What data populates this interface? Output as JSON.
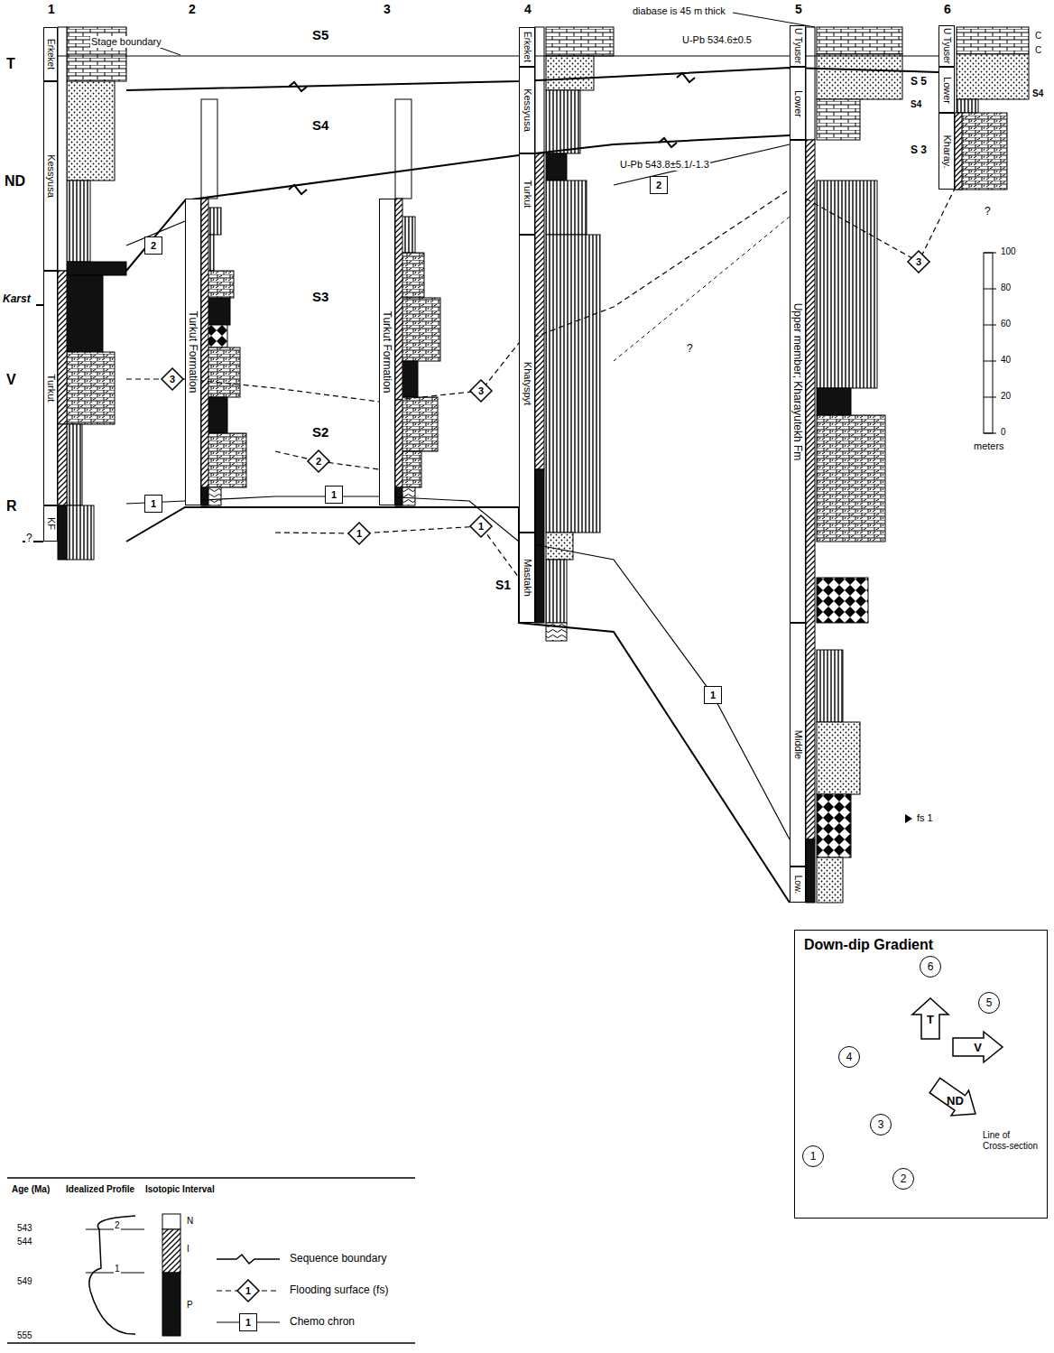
{
  "diagram": {
    "nodes": [
      {
        "text": [
          "Erkeket"
        ]
      },
      {
        "text": [
          "Kessyusa"
        ]
      },
      {
        "text": [
          "Turkut"
        ]
      },
      {
        "text": [
          "KF"
        ]
      },
      {
        "text": [
          "Turkut Formation"
        ]
      },
      {
        "text": [
          "Turkut Formation"
        ]
      },
      {
        "text": [
          "Erkeket"
        ]
      },
      {
        "text": [
          "Kessyusa"
        ]
      },
      {
        "text": [
          "Turkut"
        ]
      },
      {
        "text": [
          "Khatyspyt"
        ]
      },
      {
        "text": [
          "Mastakh"
        ]
      },
      {
        "text": [
          "U Tyuser"
        ]
      },
      {
        "text": [
          "Lower"
        ]
      },
      {
        "text": [
          "Upper member; Kharayutekh Fm"
        ]
      },
      {
        "text": [
          "Middle"
        ]
      },
      {
        "text": [
          "Low."
        ]
      },
      {
        "text": [
          "U Tyuser"
        ]
      },
      {
        "text": [
          "Lower"
        ]
      },
      {
        "text": [
          "Kharay."
        ]
      },
      {
        "text": [
          "3"
        ]
      },
      {
        "text": [
          "1"
        ]
      },
      {
        "text": [
          "2"
        ]
      },
      {
        "text": [
          "2"
        ]
      },
      {
        "text": [
          "1"
        ]
      },
      {
        "text": [
          "1"
        ]
      },
      {
        "text": [
          "3"
        ]
      },
      {
        "text": [
          "1"
        ]
      },
      {
        "text": [
          "2"
        ]
      },
      {
        "text": [
          "1"
        ]
      },
      {
        "text": [
          "3"
        ]
      },
      {
        "text": [
          "Down-dip Gradient"
        ]
      },
      {
        "text": [
          "1"
        ],
        "in": 30
      },
      {
        "text": [
          "2"
        ],
        "in": 30
      },
      {
        "text": [
          "3"
        ],
        "in": 30
      },
      {
        "text": [
          "4"
        ],
        "in": 30
      },
      {
        "text": [
          "5"
        ],
        "in": 30
      },
      {
        "text": [
          "6"
        ],
        "in": 30
      },
      {
        "text": [
          "T"
        ],
        "in": 30
      },
      {
        "text": [
          "V"
        ],
        "in": 30
      },
      {
        "text": [
          "ND"
        ],
        "in": 30
      },
      {
        "text": [
          "1"
        ]
      },
      {
        "text": [
          "1"
        ]
      }
    ],
    "edges": [
      {
        "from": 31,
        "to": 32,
        "arrow": "none"
      },
      {
        "from": 32,
        "to": 33,
        "arrow": "none"
      },
      {
        "from": 33,
        "to": 34,
        "arrow": "none"
      },
      {
        "from": 34,
        "to": 35,
        "arrow": "none"
      },
      {
        "from": 35,
        "to": 36,
        "arrow": "none"
      }
    ],
    "labels": [
      "1",
      "2",
      "3",
      "4",
      "5",
      "6",
      "T",
      "ND",
      "Karst",
      "V",
      "R",
      "S5",
      "S4",
      "S3",
      "S2",
      "S1",
      "S 5",
      "S4",
      "S4",
      "S 3",
      "Stage boundary",
      "U-Pb 543.8±5.1/-1.3",
      "U-Pb 534.6±0.5",
      "diabase is 45 m thick",
      "fs 1",
      "C",
      "C",
      "?",
      "?",
      "?",
      "100",
      "80",
      "60",
      "40",
      "20",
      "0",
      "meters",
      "Line of Cross-section",
      "Age (Ma)",
      "543",
      "544",
      "549",
      "555",
      "Idealized Profile",
      "2",
      "1",
      "Isotopic Interval",
      "N",
      "I",
      "P"
    ],
    "legend": [
      {
        "text": "Sequence boundary"
      },
      {
        "text": "Flooding surface (fs)"
      },
      {
        "text": "Chemo chron"
      }
    ]
  }
}
